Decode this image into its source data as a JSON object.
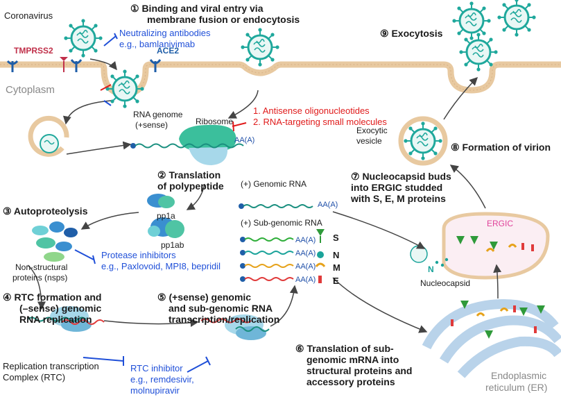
{
  "steps": {
    "s1_a": "① Binding and viral entry via",
    "s1_b": "membrane fusion or endocytosis",
    "s2_a": "② Translation",
    "s2_b": "of polypeptide",
    "s3": "③ Autoproteolysis",
    "s4_a": "④ RTC formation and",
    "s4_b": "(–sense) genomic",
    "s4_c": "RNA replication",
    "s5_a": "⑤ (+sense) genomic",
    "s5_b": "and sub-genomic RNA",
    "s5_c": "transcription/replication",
    "s6_a": "⑥ Translation of sub-",
    "s6_b": "genomic mRNA into",
    "s6_c": "structural proteins and",
    "s6_d": "accessory proteins",
    "s7_a": "⑦ Nucleocapsid buds",
    "s7_b": "into ERGIC studded",
    "s7_c": "with S, E, M proteins",
    "s8": "⑧ Formation of virion",
    "s9": "⑨ Exocytosis"
  },
  "labels": {
    "coronavirus": "Coronavirus",
    "tmprss2": "TMPRSS2",
    "ace2": "ACE2",
    "cytoplasm": "Cytoplasm",
    "rna_genome_a": "RNA genome",
    "rna_genome_b": "(+sense)",
    "ribosome": "Ribosome",
    "pp1a": "pp1a",
    "pp1ab": "pp1ab",
    "nsps_a": "Non-structural",
    "nsps_b": "proteins (nsps)",
    "rtc_a": "Replication transcription",
    "rtc_b": "Complex (RTC)",
    "genomic_rna": "(+) Genomic RNA",
    "subgenomic_rna": "(+) Sub-genomic RNA",
    "exocytic_a": "Exocytic",
    "exocytic_b": "vesicle",
    "ergic": "ERGIC",
    "nucleocapsid": "Nucleocapsid",
    "n_label": "N",
    "er_a": "Endoplasmic",
    "er_b": "reticulum (ER)",
    "polyA": "AA(A)"
  },
  "proteins": [
    "S",
    "N",
    "M",
    "E"
  ],
  "inhibitors": {
    "nab_a": "Neutralizing antibodies",
    "nab_b": "e.g., bamlanivimab",
    "rna_1": "1. Antisense oligonucleotides",
    "rna_2": "2. RNA-targeting small molecules",
    "prot_a": "Protease inhibitors",
    "prot_b": "e.g., Paxlovoid, MPI8, bepridil",
    "rtc_a": "RTC inhibitor",
    "rtc_b": "e.g., remdesivir,",
    "rtc_c": "molnupiravir"
  },
  "colors": {
    "virus": "#1fa89c",
    "membrane": "#e8c9a0",
    "inhibitor_blue": "#1f4fd8",
    "inhibitor_red": "#e01b1b",
    "spike": "#2f9a3a",
    "er": "#b9d3ea"
  }
}
